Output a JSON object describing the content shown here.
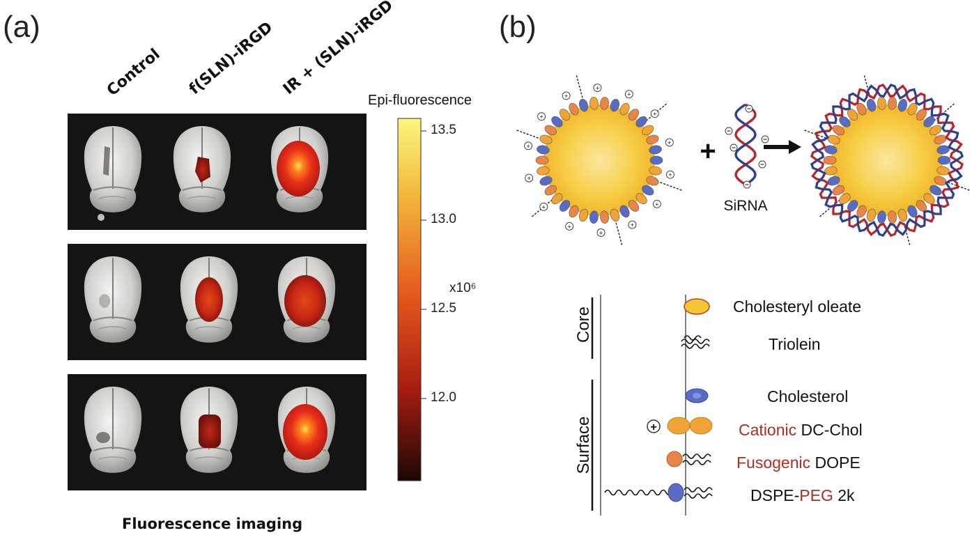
{
  "panel_a": {
    "label": "(a)",
    "columns": [
      "Control",
      "f(SLN)-iRGD",
      "IR + (SLN)-iRGD"
    ],
    "colorbar": {
      "title": "Epi-fluorescence",
      "multiplier": "x10⁶",
      "ticks": [
        "13.5",
        "13.0",
        "12.5",
        "12.0"
      ],
      "colors": [
        "#f8f57a",
        "#f3b73a",
        "#e2551c",
        "#a51e10",
        "#2a0c06"
      ]
    },
    "caption": "Fluorescence imaging",
    "rows": 3
  },
  "panel_b": {
    "label": "(b)",
    "plus": "+",
    "sirna_label": "SiRNA",
    "legend": {
      "group_core": "Core",
      "group_surface": "Surface",
      "items": [
        {
          "pre": "",
          "hl": "",
          "post": "Cholesteryl oleate"
        },
        {
          "pre": "",
          "hl": "",
          "post": "Triolein"
        },
        {
          "pre": "",
          "hl": "",
          "post": "Cholesterol"
        },
        {
          "pre": "",
          "hl": "Cationic",
          "post": " DC-Chol"
        },
        {
          "pre": "",
          "hl": "Fusogenic",
          "post": " DOPE"
        },
        {
          "pre": "DSPE-",
          "hl": "PEG",
          "post": " 2k"
        }
      ]
    },
    "colors": {
      "core": "#f5c833",
      "cholesterol": "#5a6bc4",
      "cationic": "#f0a436",
      "dope": "#e8864a",
      "red_highlight": "#b52c20",
      "dna_red": "#b3262c",
      "dna_blue": "#2d3f8f"
    }
  }
}
